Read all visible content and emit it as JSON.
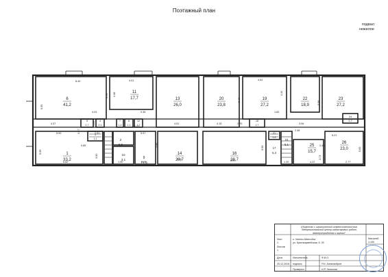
{
  "title": "Поэтажный план",
  "corner": {
    "line1": "подвал",
    "line2": "нежилое"
  },
  "rooms": [
    {
      "id": "1",
      "area": "33,2"
    },
    {
      "id": "2",
      "area": "5,5"
    },
    {
      "id": "3",
      "area": "1,1"
    },
    {
      "id": "4",
      "area": "2,1"
    },
    {
      "id": "5",
      "area": "2,7"
    },
    {
      "id": "6",
      "area": "41,2"
    },
    {
      "id": "7",
      "area": "1,4"
    },
    {
      "id": "8",
      "area": "1,1"
    },
    {
      "id": "9",
      "area": "11,9"
    },
    {
      "id": "10",
      "area": "3,1"
    },
    {
      "id": "11",
      "area": "17,7"
    },
    {
      "id": "12",
      "area": "1,7"
    },
    {
      "id": "13",
      "area": "26,0"
    },
    {
      "id": "14",
      "area": "20,7"
    },
    {
      "id": "15",
      "area": "5,1"
    },
    {
      "id": "16",
      "area": "38,7"
    },
    {
      "id": "17",
      "area": "5,3"
    },
    {
      "id": "18",
      "area": "1,7"
    },
    {
      "id": "19",
      "area": "27,2"
    },
    {
      "id": "20",
      "area": "23,8"
    },
    {
      "id": "21",
      "area": "1,6"
    },
    {
      "id": "22",
      "area": "18,9"
    },
    {
      "id": "23",
      "area": "27,2"
    },
    {
      "id": "24",
      "area": "2,7"
    },
    {
      "id": "25",
      "area": "15,7"
    },
    {
      "id": "26",
      "area": "23,0"
    }
  ],
  "dimensions": [
    "8.40",
    "5.55",
    "4.37",
    "4.03",
    "4.73",
    "4.01",
    "4.52",
    "4.34",
    "4.38",
    "5.00",
    "5.59",
    "6.82",
    "2.51",
    "0.97",
    "0.85",
    "3.50",
    "1.90",
    "3.61",
    "3.09",
    "6.97",
    "5.55",
    "4.22",
    "2.77",
    "5.21",
    "5.83",
    "2.44",
    "3.73",
    "5.56",
    "4.51",
    "4.15",
    "2.70",
    "5.46",
    "1.82",
    "3.06",
    "2.36",
    "1.30",
    "0.35",
    "5.07",
    "3.86",
    "2.03",
    "1.24"
  ],
  "title_block": {
    "header": "Общество с ограниченной ответственностью \"Межрегиональный центр кадастровых работ, землеустройства и оценки\"",
    "address1": "г. Ханты-Мансийск",
    "address2": "ул. Красноармейская, д. 35",
    "sheet_label": "Лист",
    "sheet_num": "1",
    "sheets_label": "Листов",
    "sheets_num": "1",
    "date_label": "Дата",
    "date": "20.12.2016",
    "exec_label": "Исполнитель",
    "exec_name": "Р.Н. Александров",
    "check_label": "Проверил",
    "check_name": "И.Р. Зелькова",
    "scale_label": "Масштаб",
    "scale": "1:100",
    "sign_label": "подпись",
    "fio_label": "Ф.И.О."
  }
}
